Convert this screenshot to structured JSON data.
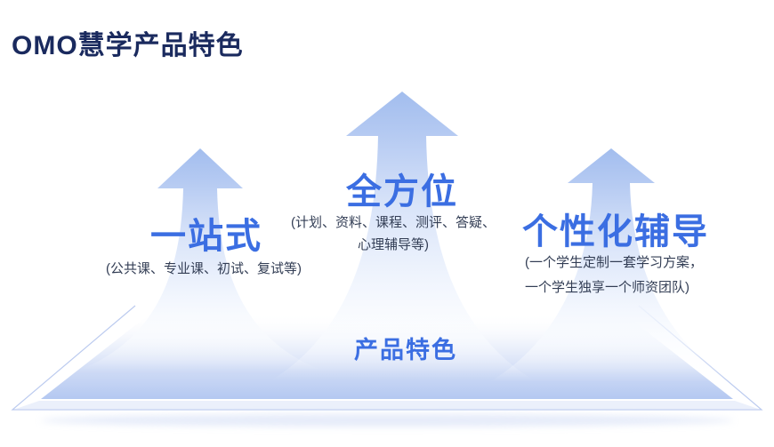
{
  "title": "OMO慧学产品特色",
  "features": [
    {
      "label": "一站式",
      "desc_line1": "(公共课、专业课、初试、复试等)",
      "desc_line2": ""
    },
    {
      "label": "全方位",
      "desc_line1": "(计划、资料、课程、测评、答疑、",
      "desc_line2": "心理辅导等)"
    },
    {
      "label": "个性化辅导",
      "desc_line1": "(一个学生定制一套学习方案，",
      "desc_line2": "一个学生独享一个师资团队)"
    }
  ],
  "platform_label": "产品特色",
  "colors": {
    "accent_blue": "#3b6ee2",
    "title_navy": "#1a2a5e",
    "desc_dark": "#333e55",
    "arrow_blue": "#a9c2ef",
    "platform_band_blue": "#b4c8f1"
  }
}
